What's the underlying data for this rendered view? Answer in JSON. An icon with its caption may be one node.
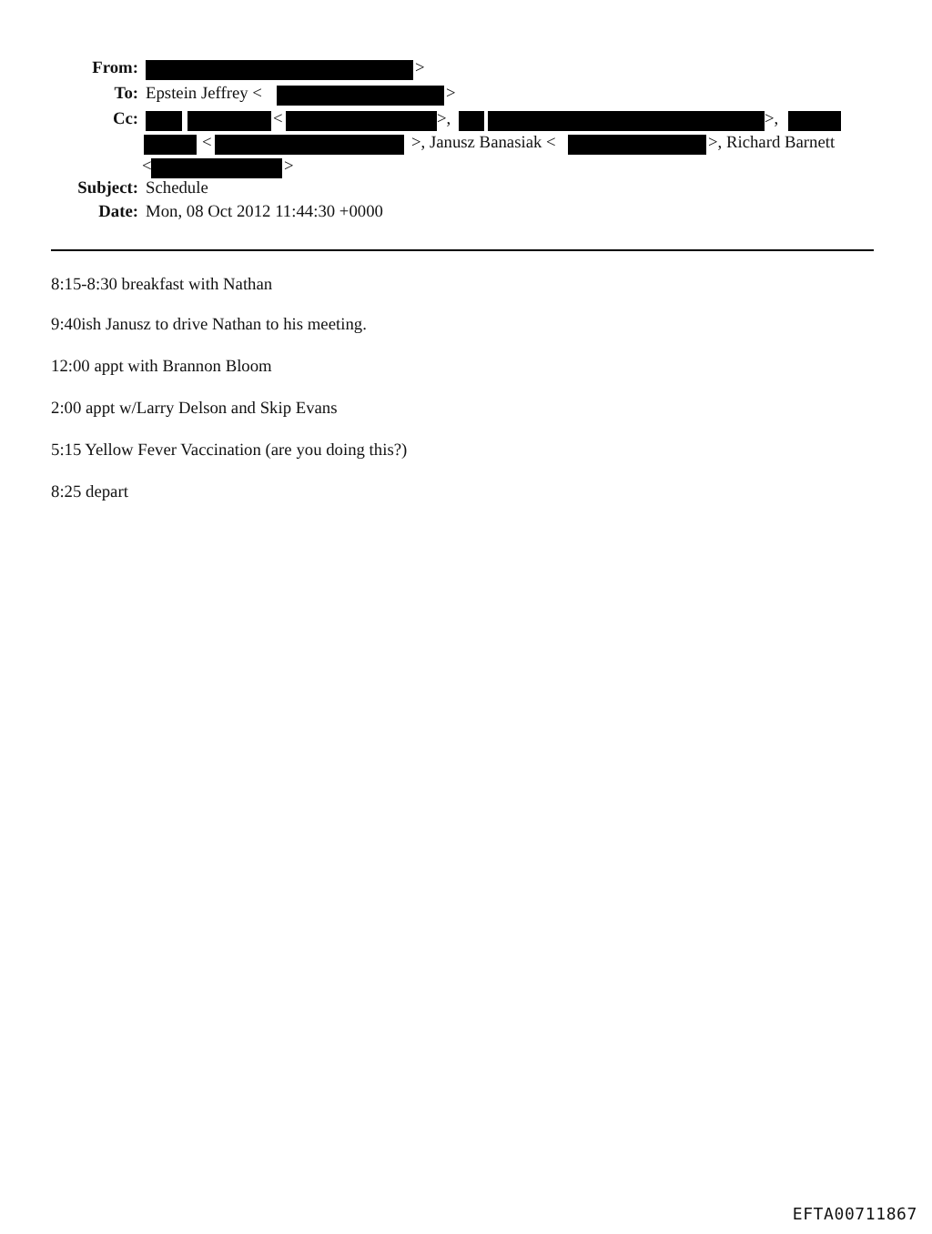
{
  "diagram": {
    "labels": [
      "From:",
      ">",
      "To:",
      "Epstein Jeffrey <",
      ">",
      "Cc:",
      "<",
      ">,",
      ">,",
      "<",
      ">, Janusz Banasiak <",
      ">, Richard Barnett",
      "<",
      ">",
      "Subject:",
      "Schedule",
      "Date:",
      "Mon, 08 Oct 2012 11:44:30 +0000",
      "8:15-8:30 breakfast with Nathan",
      "9:40ish Janusz to drive Nathan to his meeting.",
      "12:00 appt with Brannon Bloom",
      "2:00 appt w/Larry Delson and Skip Evans",
      "5:15 Yellow Fever Vaccination (are you doing this?)",
      "8:25 depart",
      "EFTA00711867"
    ]
  }
}
